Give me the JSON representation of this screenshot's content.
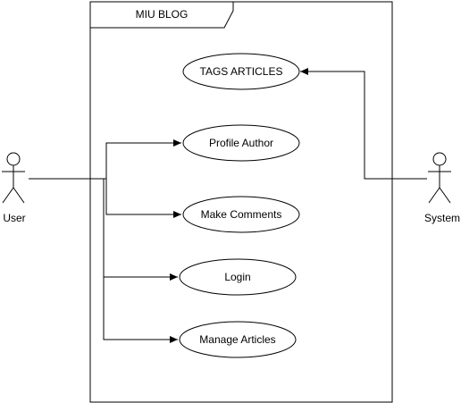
{
  "system_boundary": {
    "title": "MIU BLOG"
  },
  "actors": {
    "user": {
      "label": "User"
    },
    "system": {
      "label": "System"
    }
  },
  "use_cases": {
    "tags_articles": "TAGS ARTICLES",
    "profile_author": "Profile Author",
    "make_comments": "Make Comments",
    "login": "Login",
    "manage_articles": "Manage Articles"
  }
}
